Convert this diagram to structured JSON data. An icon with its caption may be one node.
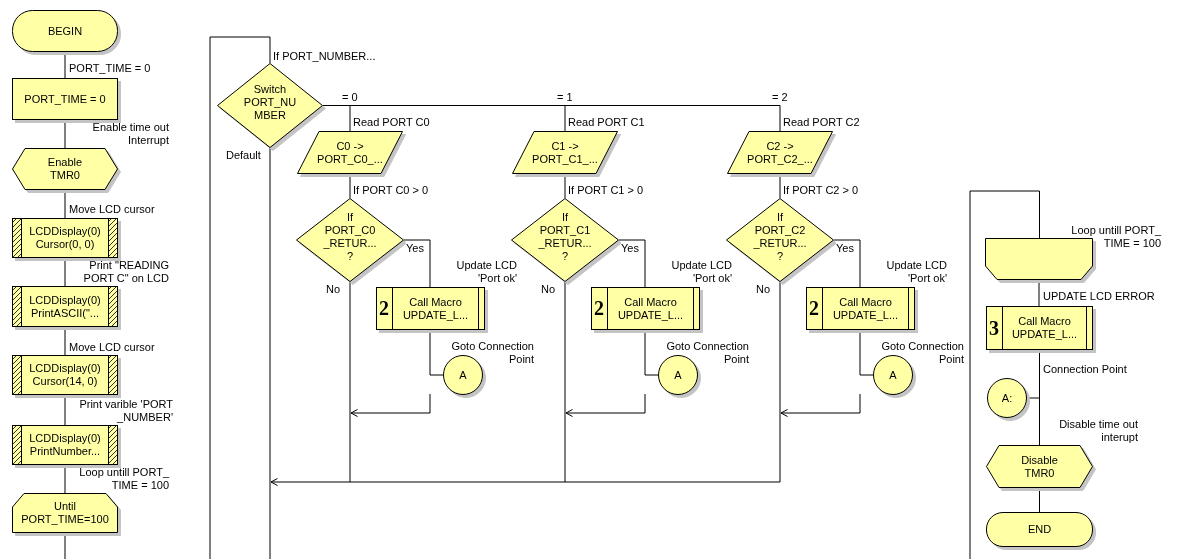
{
  "diagram": {
    "nodes": [
      {
        "text": [
          "BEGIN"
        ]
      },
      {
        "text": [
          "PORT_TIME = 0"
        ],
        "beside": [
          "PORT_TIME = 0"
        ]
      },
      {
        "text": [
          "Enable TMR0"
        ],
        "beside": [
          "Enable time out Interrupt"
        ]
      },
      {
        "text": [
          "LCDDisplay(0) Cursor(0, 0)"
        ],
        "beside": [
          "Move LCD cursor"
        ]
      },
      {
        "text": [
          "LCDDisplay(0) PrintASCII(\"..."
        ],
        "beside": [
          "Print \"READING PORT C\" on LCD"
        ]
      },
      {
        "text": [
          "LCDDisplay(0) Cursor(14, 0)"
        ],
        "beside": [
          "Move LCD cursor"
        ]
      },
      {
        "text": [
          "LCDDisplay(0) PrintNumber..."
        ],
        "beside": [
          "Print varible 'PORT _NUMBER'"
        ]
      },
      {
        "text": [
          "Until PORT_TIME=100"
        ],
        "beside": [
          "Loop untill PORT_ TIME = 100"
        ]
      },
      {
        "text": [
          "Switch PORT_NU MBER"
        ],
        "beside": [
          "If PORT_NUMBER..."
        ]
      },
      {
        "text": [
          "C0 -> PORT_C0_..."
        ],
        "beside": [
          "Read PORT C0"
        ]
      },
      {
        "text": [
          "If PORT_C0 _RETUR... ?"
        ],
        "beside": [
          "If PORT C0 > 0"
        ]
      },
      {
        "text": [
          "2",
          "Call Macro UPDATE_L..."
        ],
        "beside": [
          "Update LCD 'Port ok'"
        ]
      },
      {
        "text": [
          "A"
        ],
        "beside": [
          "Goto Connection Point"
        ]
      },
      {
        "text": [
          "C1 -> PORT_C1_..."
        ],
        "beside": [
          "Read PORT C1"
        ]
      },
      {
        "text": [
          "If PORT_C1 _RETUR... ?"
        ],
        "beside": [
          "If PORT C1 > 0"
        ]
      },
      {
        "text": [
          "2",
          "Call Macro UPDATE_L..."
        ],
        "beside": [
          "Update LCD 'Port ok'"
        ]
      },
      {
        "text": [
          "A"
        ],
        "beside": [
          "Goto Connection Point"
        ]
      },
      {
        "text": [
          "C2 -> PORT_C2_..."
        ],
        "beside": [
          "Read PORT C2"
        ]
      },
      {
        "text": [
          "If PORT_C2 _RETUR... ?"
        ],
        "beside": [
          "If PORT C2 > 0"
        ]
      },
      {
        "text": [
          "2",
          "Call Macro UPDATE_L..."
        ],
        "beside": [
          "Update LCD 'Port ok'"
        ]
      },
      {
        "text": [
          "A"
        ],
        "beside": [
          "Goto Connection Point"
        ]
      },
      {
        "text": [],
        "shape": "box",
        "beside": [
          "Loop untill PORT_ TIME = 100"
        ]
      },
      {
        "text": [
          "3",
          "Call Macro UPDATE_L..."
        ],
        "beside": [
          "UPDATE LCD ERROR"
        ]
      },
      {
        "text": [
          "A:"
        ],
        "beside": [
          "Connection Point"
        ]
      },
      {
        "text": [
          "Disable TMR0"
        ],
        "beside": [
          "Disable time out interupt"
        ]
      },
      {
        "text": [
          "END"
        ]
      }
    ],
    "edges": [
      {
        "from": 0,
        "to": 1,
        "arrow": "none"
      },
      {
        "from": 1,
        "to": 2,
        "arrow": "none"
      },
      {
        "from": 2,
        "to": 3,
        "arrow": "none"
      },
      {
        "from": 3,
        "to": 4,
        "arrow": "none"
      },
      {
        "from": 4,
        "to": 5,
        "arrow": "none"
      },
      {
        "from": 5,
        "to": 6,
        "arrow": "none"
      },
      {
        "from": 6,
        "to": 7,
        "arrow": "none"
      },
      {
        "from": 8,
        "to": 9,
        "arrow": "none",
        "label": "= 0"
      },
      {
        "from": 9,
        "to": 10,
        "arrow": "none"
      },
      {
        "from": 10,
        "to": 11,
        "arrow": "none",
        "label": "Yes"
      },
      {
        "from": 11,
        "to": 12,
        "arrow": "none"
      },
      {
        "from": 10,
        "to": null,
        "arrow": "none",
        "label": "No"
      },
      {
        "from": 8,
        "to": 13,
        "arrow": "none",
        "label": "= 1"
      },
      {
        "from": 13,
        "to": 14,
        "arrow": "none"
      },
      {
        "from": 14,
        "to": 15,
        "arrow": "none",
        "label": "Yes"
      },
      {
        "from": 15,
        "to": 16,
        "arrow": "none"
      },
      {
        "from": 14,
        "to": null,
        "arrow": "none",
        "label": "No"
      },
      {
        "from": 8,
        "to": 17,
        "arrow": "none",
        "label": "= 2"
      },
      {
        "from": 17,
        "to": 18,
        "arrow": "none"
      },
      {
        "from": 18,
        "to": 19,
        "arrow": "none",
        "label": "Yes"
      },
      {
        "from": 19,
        "to": 20,
        "arrow": "none"
      },
      {
        "from": 18,
        "to": null,
        "arrow": "to",
        "label": "No"
      },
      {
        "from": 8,
        "to": null,
        "arrow": "none",
        "label": "Default"
      },
      {
        "from": 21,
        "to": 22,
        "arrow": "none"
      },
      {
        "from": 22,
        "to": 24,
        "arrow": "none"
      },
      {
        "from": 23,
        "to": 24,
        "arrow": "none"
      },
      {
        "from": 24,
        "to": 25,
        "arrow": "none"
      }
    ]
  }
}
